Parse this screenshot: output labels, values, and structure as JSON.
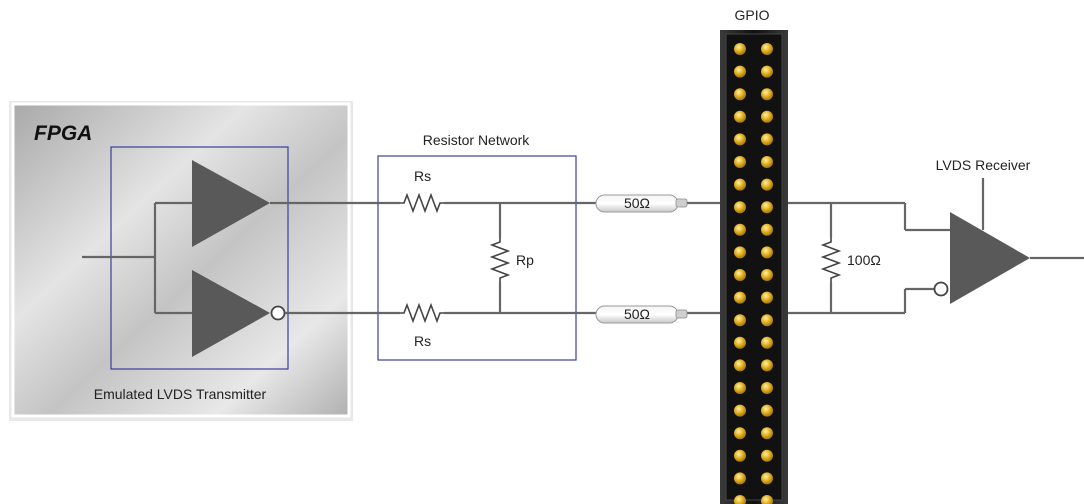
{
  "fpga": {
    "title": "FPGA",
    "transmitter_label": "Emulated LVDS Transmitter"
  },
  "resistor_network": {
    "title": "Resistor Network",
    "series_top_label": "Rs",
    "series_bottom_label": "Rs",
    "parallel_label": "Rp"
  },
  "cables": {
    "top_label": "50Ω",
    "bottom_label": "50Ω"
  },
  "gpio": {
    "title": "GPIO",
    "rows": 21,
    "columns": 2
  },
  "receiver": {
    "title": "LVDS Receiver",
    "termination_label": "100Ω"
  },
  "colors": {
    "buffer_fill": "#595959",
    "box_outline": "#3a3f96",
    "wire": "#666666",
    "gpio_body": "#1a1a1a",
    "gpio_pin": "#e2b020"
  }
}
